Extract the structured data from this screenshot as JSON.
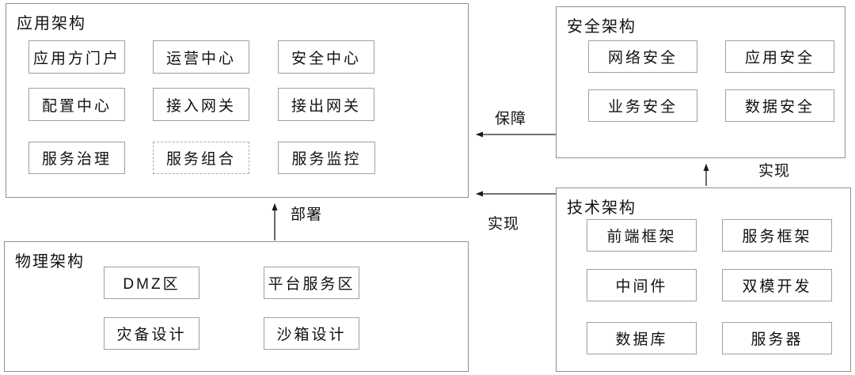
{
  "diagram": {
    "groups": [
      {
        "id": "app-architecture",
        "title": "应用架构",
        "items": [
          "应用方门户",
          "运营中心",
          "安全中心",
          "配置中心",
          "接入网关",
          "接出网关",
          "服务治理",
          "服务组合",
          "服务监控"
        ]
      },
      {
        "id": "security-architecture",
        "title": "安全架构",
        "items": [
          "网络安全",
          "应用安全",
          "业务安全",
          "数据安全"
        ]
      },
      {
        "id": "tech-architecture",
        "title": "技术架构",
        "items": [
          "前端框架",
          "服务框架",
          "中间件",
          "双模开发",
          "数据库",
          "服务器"
        ]
      },
      {
        "id": "physical-architecture",
        "title": "物理架构",
        "items": [
          "DMZ区",
          "平台服务区",
          "灾备设计",
          "沙箱设计"
        ]
      }
    ],
    "arrows": [
      {
        "label": "保障",
        "from": "security-architecture",
        "to": "app-architecture",
        "direction": "left"
      },
      {
        "label": "实现",
        "from": "tech-architecture",
        "to": "app-architecture",
        "direction": "left"
      },
      {
        "label": "实现",
        "from": "tech-architecture",
        "to": "security-architecture",
        "direction": "up"
      },
      {
        "label": "部署",
        "from": "physical-architecture",
        "to": "app-architecture",
        "direction": "up"
      }
    ],
    "colors": {
      "background": "#ffffff",
      "group_border": "#8f8f8f",
      "node_border": "#a0a0a0",
      "text": "#111111",
      "arrow": "#1a1a1a"
    }
  }
}
